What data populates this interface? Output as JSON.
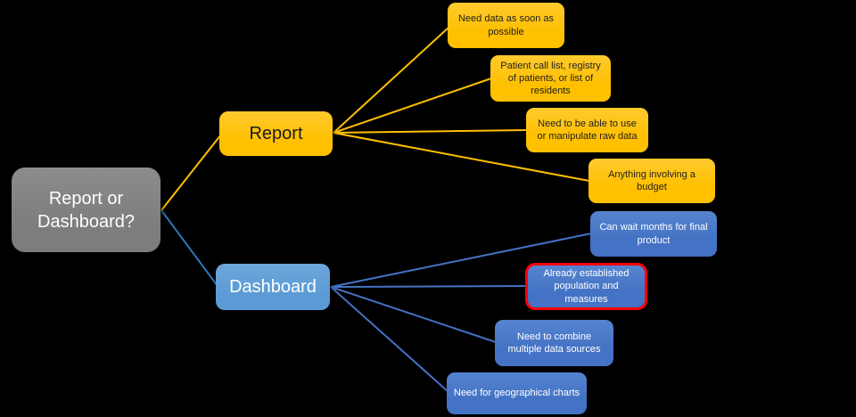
{
  "diagram": {
    "root": {
      "label": "Report or Dashboard?"
    },
    "branches": [
      {
        "id": "report",
        "label": "Report"
      },
      {
        "id": "dashboard",
        "label": "Dashboard"
      }
    ],
    "report_leaves": [
      {
        "label": "Need data as soon as possible"
      },
      {
        "label": "Patient call list, registry of patients, or list of residents"
      },
      {
        "label": "Need to be able to use or manipulate raw data"
      },
      {
        "label": "Anything involving a budget"
      }
    ],
    "dashboard_leaves": [
      {
        "label": "Can wait months for final product",
        "highlighted": false
      },
      {
        "label": "Already established population and measures",
        "highlighted": true
      },
      {
        "label": "Need to combine multiple data sources",
        "highlighted": false
      },
      {
        "label": "Need for geographical charts",
        "highlighted": false
      }
    ],
    "colors": {
      "background": "#000000",
      "root_fill": "#808080",
      "report_fill": "#FFC000",
      "dashboard_fill": "#5B9BD5",
      "dashboard_leaf_fill": "#4472C4",
      "highlight_border": "#FF0000",
      "report_edges": "#FFC000",
      "root_dashboard_edge": "#2E75B6",
      "dashboard_edges": "#4472C4"
    }
  }
}
